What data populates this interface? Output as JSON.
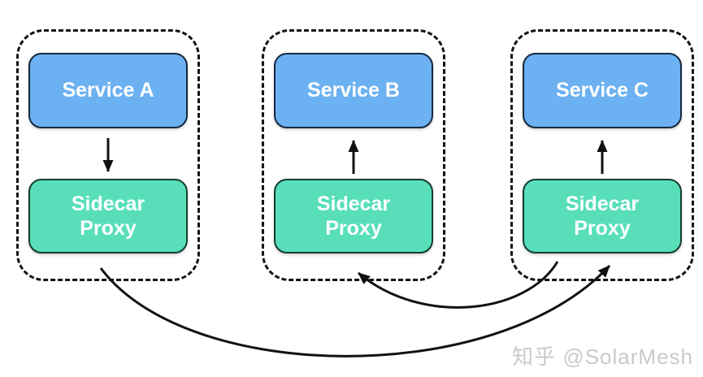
{
  "pods": [
    {
      "service": "Service A",
      "proxy_line1": "Sidecar",
      "proxy_line2": "Proxy",
      "internal_arrow": "service-to-proxy"
    },
    {
      "service": "Service B",
      "proxy_line1": "Sidecar",
      "proxy_line2": "Proxy",
      "internal_arrow": "proxy-to-service"
    },
    {
      "service": "Service C",
      "proxy_line1": "Sidecar",
      "proxy_line2": "Proxy",
      "internal_arrow": "proxy-to-service"
    }
  ],
  "cross_pod_arrows": [
    {
      "from": "sidecar-proxy-a",
      "to": "sidecar-proxy-c",
      "shape": "long-bottom-curve"
    },
    {
      "from": "sidecar-proxy-c",
      "to": "sidecar-proxy-b",
      "shape": "short-bottom-curve"
    }
  ],
  "watermark": "知乎 @SolarMesh",
  "colors": {
    "background": "#ffffff",
    "service-fill": "#6cb1f1",
    "service-border": "#16293f",
    "proxy-fill": "#58dfba",
    "proxy-border": "#143d31",
    "arrow": "#111111",
    "pod-border": "#141414",
    "watermark-text": "#c9c9c9"
  }
}
